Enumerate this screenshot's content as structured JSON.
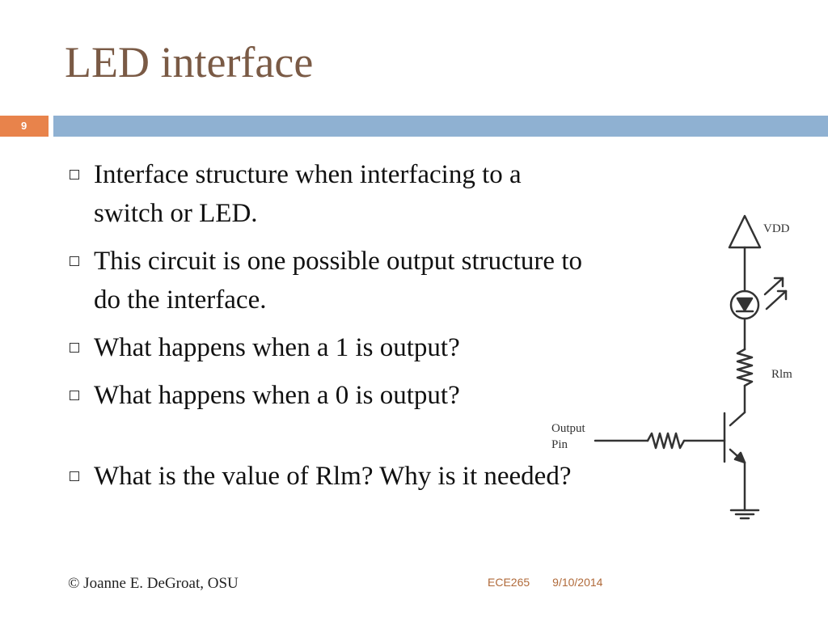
{
  "slide": {
    "title": "LED interface",
    "number": "9"
  },
  "bullets": [
    {
      "text": "Interface structure when interfacing to a switch or LED."
    },
    {
      "text": "This circuit is one possible output structure to do the interface."
    },
    {
      "text": "What happens when a 1 is output?"
    },
    {
      "text": "What happens when a 0 is output?"
    },
    {
      "text": "What is the value of Rlm?  Why is it needed?"
    }
  ],
  "circuit": {
    "vdd_label": "VDD",
    "rlm_label": "Rlm",
    "output_label_line1": "Output",
    "output_label_line2": "Pin"
  },
  "footer": {
    "copyright": "© Joanne E. DeGroat, OSU",
    "course": "ECE265",
    "date": "9/10/2014"
  },
  "colors": {
    "title": "#7a5a45",
    "accent_orange": "#e8834b",
    "accent_blue": "#8fb1d2"
  }
}
